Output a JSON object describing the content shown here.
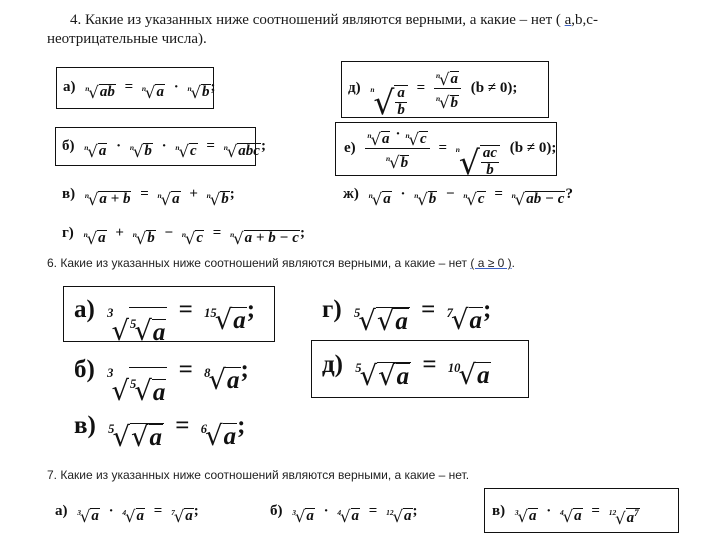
{
  "q4": {
    "line1_pre": "4. Какие из указанных ниже соотношений являются верными, а какие – нет ( ",
    "line1_vars": "a",
    "line1_post": ",b,c-",
    "line2": "неотрицательные числа).",
    "items": {
      "a": {
        "label": "а)",
        "idx": "n",
        "expr": "ab",
        "eq": "=",
        "r1": "a",
        "dot": "·",
        "r2": "b",
        "tail": ";"
      },
      "b": {
        "label": "б)",
        "idx": "n",
        "r1": "a",
        "dot1": "·",
        "r2": "b",
        "dot2": "·",
        "r3": "c",
        "eq": "=",
        "r4": "abc",
        "tail": ";"
      },
      "v": {
        "label": "в)",
        "idx": "n",
        "lhs": "a + b",
        "eq": "=",
        "r1": "a",
        "plus": "+",
        "r2": "b",
        "tail": ";"
      },
      "g": {
        "label": "г)",
        "idx": "n",
        "r1": "a",
        "plus": "+",
        "r2": "b",
        "minus": "−",
        "r3": "c",
        "eq": "=",
        "rhs": "a + b − c",
        "tail": ";"
      },
      "d": {
        "label": "д)",
        "idx": "n",
        "num": "a",
        "den": "b",
        "eq": "=",
        "rnum": "a",
        "rden": "b",
        "cond": "(b ≠ 0);"
      },
      "e": {
        "label": "е)",
        "idx": "n",
        "n1": "a",
        "dot": "·",
        "n2": "c",
        "den": "b",
        "eq": "=",
        "rnum": "ac",
        "rden": "b",
        "cond": "(b ≠ 0);"
      },
      "zh": {
        "label": "ж)",
        "idx": "n",
        "r1": "a",
        "dot": "·",
        "r2": "b",
        "minus": "−",
        "r3": "c",
        "eq": "=",
        "rhs": "ab − c",
        "tail": "?"
      }
    }
  },
  "q6": {
    "text_pre": "6. Какие из указанных ниже соотношений являются верными, а какие – нет ",
    "cond": "( a ≥ 0 )",
    "text_post": ".",
    "items": {
      "a": {
        "label": "а)",
        "outer": "3",
        "inner": "5",
        "var": "a",
        "eq": "=",
        "ridx": "15",
        "tail": ";"
      },
      "b": {
        "label": "б)",
        "outer": "3",
        "inner": "5",
        "var": "a",
        "eq": "=",
        "ridx": "8",
        "tail": ";"
      },
      "v": {
        "label": "в)",
        "outer": "5",
        "var": "a",
        "eq": "=",
        "ridx": "6",
        "tail": ";"
      },
      "g": {
        "label": "г)",
        "outer": "5",
        "var": "a",
        "eq": "=",
        "ridx": "7",
        "tail": ";"
      },
      "d": {
        "label": "д)",
        "outer": "5",
        "var": "a",
        "eq": "=",
        "ridx": "10",
        "tail": ""
      }
    }
  },
  "q7": {
    "text": "7. Какие из указанных ниже соотношений являются верными, а какие – нет.",
    "items": {
      "a": {
        "label": "а)",
        "i1": "3",
        "i2": "4",
        "var": "a",
        "dot": "·",
        "eq": "=",
        "ridx": "7",
        "rvar": "a",
        "tail": ";"
      },
      "b": {
        "label": "б)",
        "i1": "3",
        "i2": "4",
        "var": "a",
        "dot": "·",
        "eq": "=",
        "ridx": "12",
        "rvar": "a",
        "tail": ";"
      },
      "v": {
        "label": "в)",
        "i1": "3",
        "i2": "4",
        "var": "a",
        "dot": "·",
        "eq": "=",
        "ridx": "12",
        "rvar": "a",
        "rexp": "7",
        "tail": ""
      }
    }
  }
}
